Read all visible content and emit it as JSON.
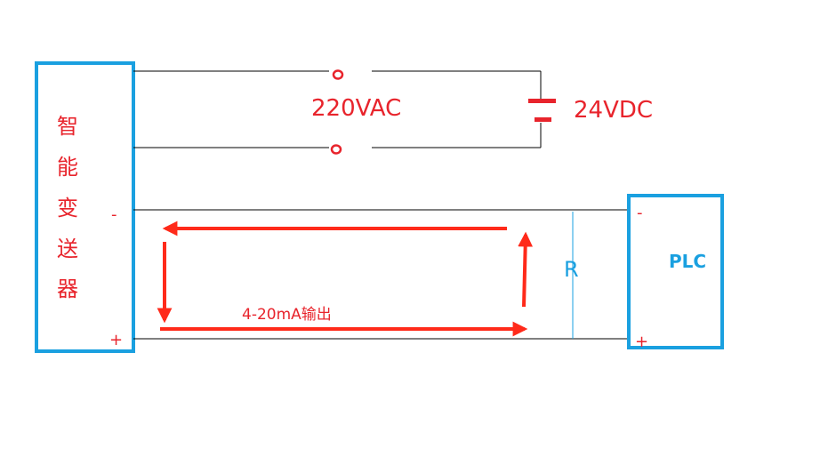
{
  "transmitter": {
    "chars": [
      "智",
      "能",
      "变",
      "送",
      "器"
    ],
    "minus": "-",
    "plus": "+"
  },
  "plc": {
    "label": "PLC",
    "minus": "-",
    "plus": "+"
  },
  "ac_label": "220VAC",
  "dc_label": "24VDC",
  "resistor_label": "R",
  "current_label": "4-20mA输出",
  "colors": {
    "box": "#1aa0e0",
    "red_text": "#e8242c",
    "arrow": "#ff2a1a",
    "wire": "#000000",
    "resistor_line": "#1aa0e0"
  }
}
